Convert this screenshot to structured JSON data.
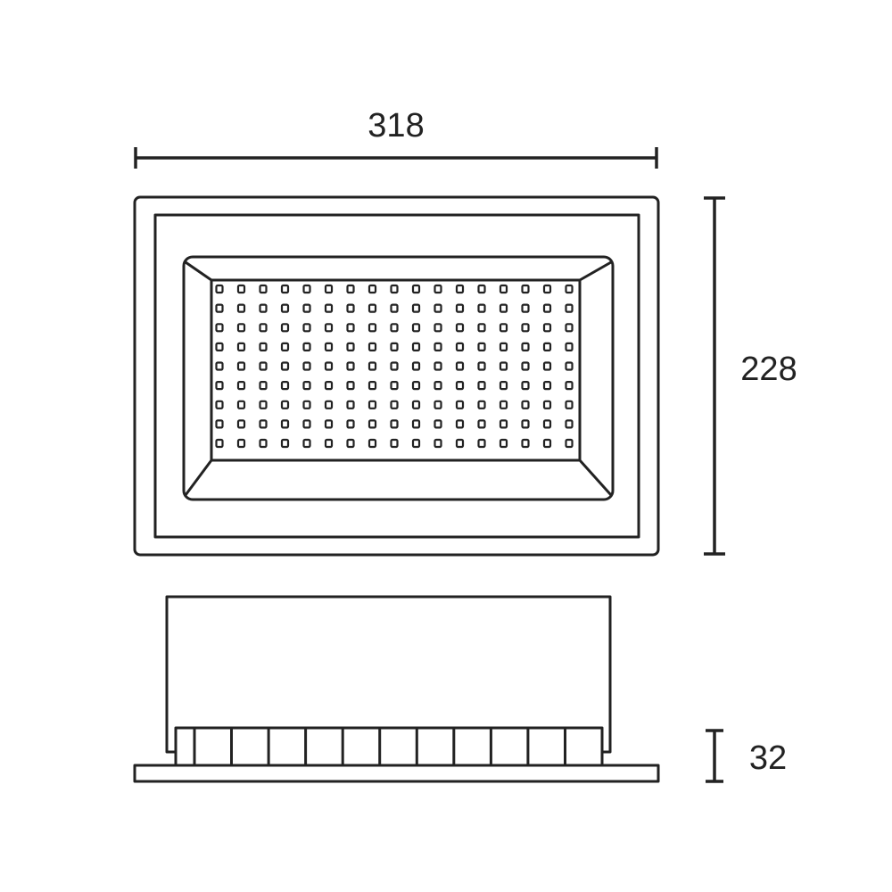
{
  "dimensions": {
    "width": "318",
    "height": "228",
    "depth": "32"
  },
  "colors": {
    "stroke": "#222222",
    "background": "#ffffff"
  },
  "led_grid": {
    "rows": 9,
    "columns": 17
  },
  "side_fins": {
    "count": 11
  }
}
